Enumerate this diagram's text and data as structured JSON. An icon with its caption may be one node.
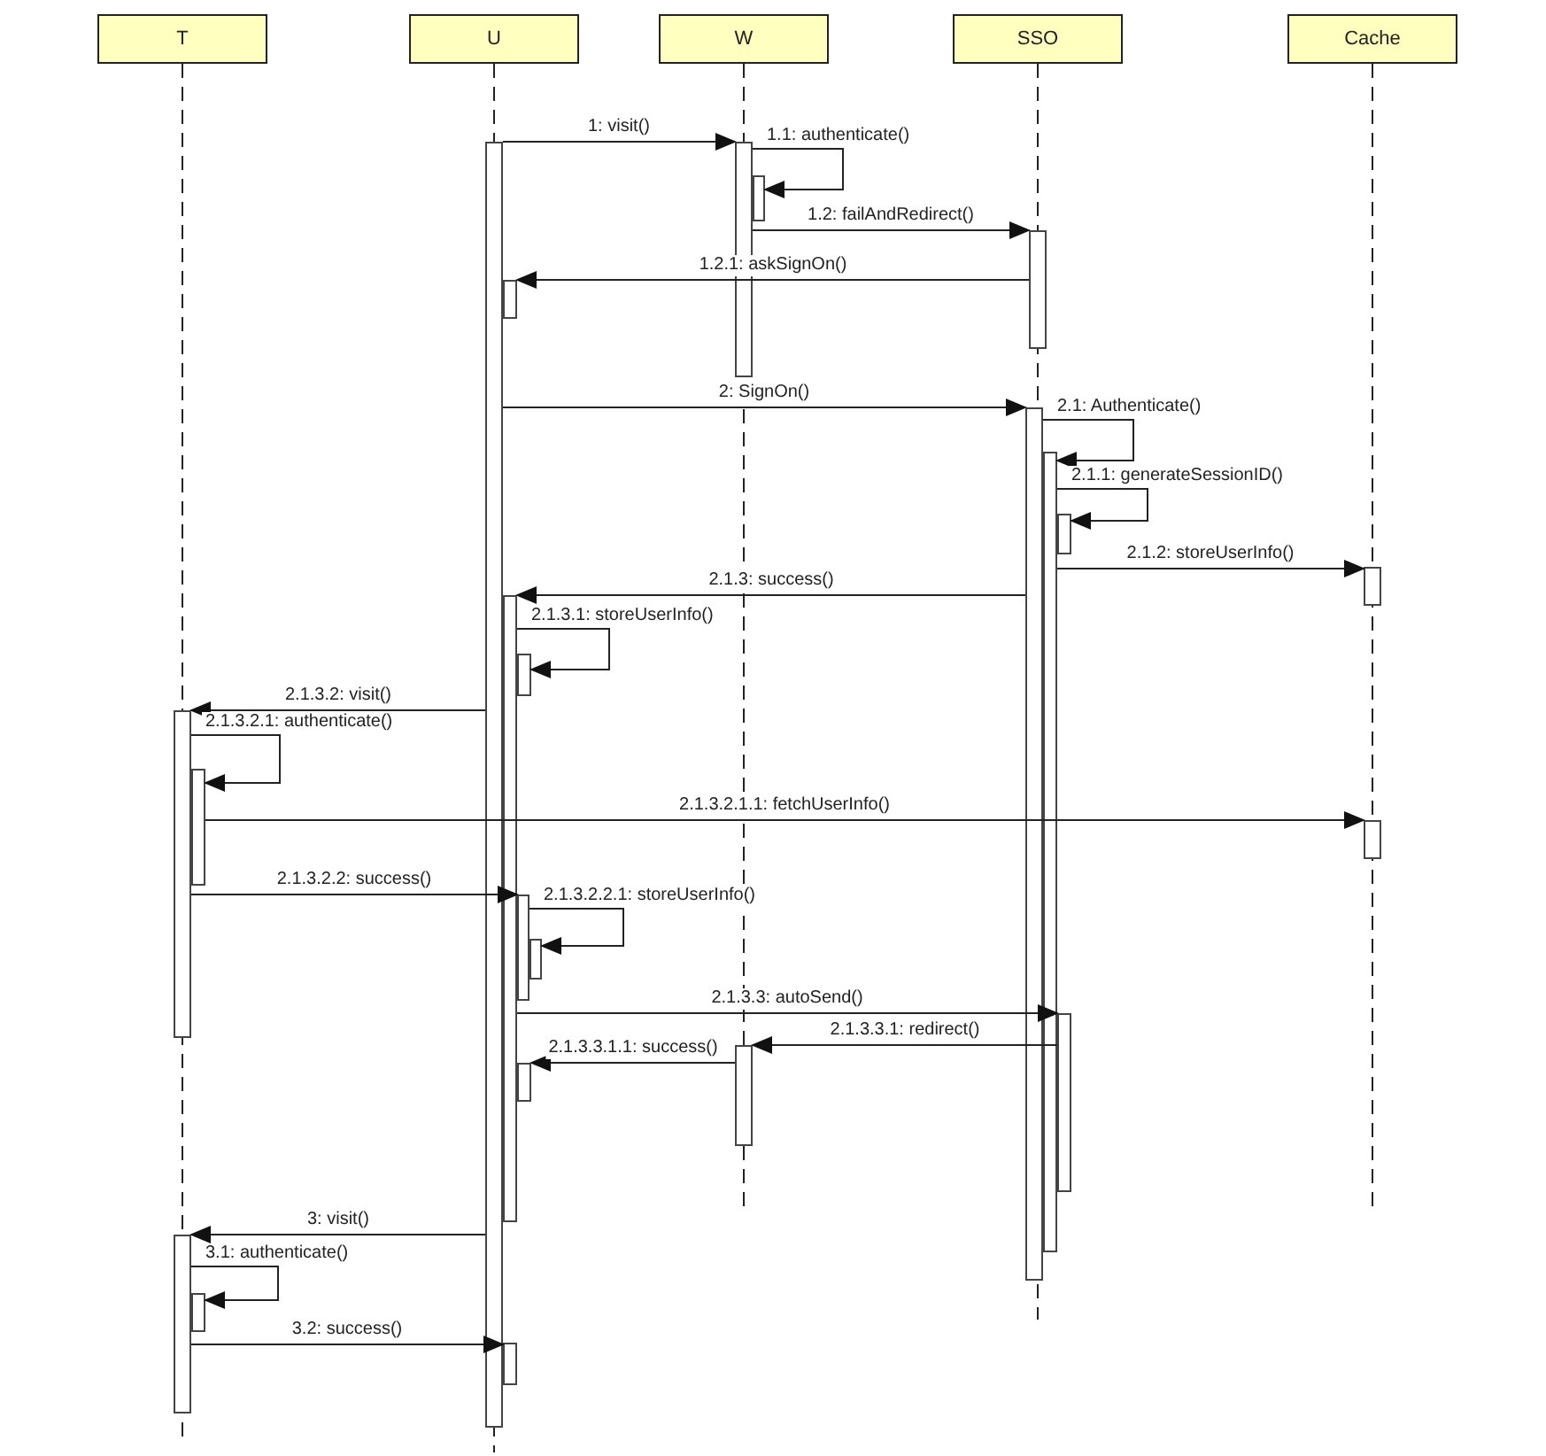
{
  "diagram": {
    "nodes": [
      {
        "text": [
          "T"
        ]
      },
      {
        "text": [
          "U"
        ]
      },
      {
        "text": [
          "W"
        ]
      },
      {
        "text": [
          "SSO"
        ]
      },
      {
        "text": [
          "Cache"
        ]
      },
      {
        "text": [],
        "shape": "bar"
      },
      {
        "text": [],
        "shape": "bar"
      },
      {
        "text": [],
        "shape": "bar"
      },
      {
        "text": [],
        "shape": "bar"
      },
      {
        "text": [],
        "shape": "bar"
      },
      {
        "text": [],
        "shape": "bar"
      },
      {
        "text": [],
        "shape": "bar"
      },
      {
        "text": [],
        "shape": "bar"
      },
      {
        "text": [],
        "shape": "bar"
      },
      {
        "text": [],
        "shape": "bar"
      },
      {
        "text": [],
        "shape": "bar"
      },
      {
        "text": [],
        "shape": "bar"
      },
      {
        "text": [],
        "shape": "bar"
      },
      {
        "text": [],
        "shape": "bar"
      },
      {
        "text": [],
        "shape": "bar"
      },
      {
        "text": [],
        "shape": "bar"
      },
      {
        "text": [],
        "shape": "bar"
      },
      {
        "text": [],
        "shape": "bar"
      },
      {
        "text": [],
        "shape": "bar"
      },
      {
        "text": [],
        "shape": "bar"
      },
      {
        "text": [],
        "shape": "bar"
      },
      {
        "text": [],
        "shape": "bar"
      }
    ],
    "edges": [
      {
        "from": 5,
        "to": 6,
        "arrow": "to",
        "label": "1: visit()"
      },
      {
        "from": 6,
        "to": 7,
        "arrow": "to",
        "label": "1.1: authenticate()"
      },
      {
        "from": 6,
        "to": 8,
        "arrow": "to",
        "label": "1.2: failAndRedirect()"
      },
      {
        "from": 8,
        "to": 9,
        "arrow": "to",
        "label": "1.2.1: askSignOn()"
      },
      {
        "from": 5,
        "to": 10,
        "arrow": "to",
        "label": "2: SignOn()"
      },
      {
        "from": 10,
        "to": 11,
        "arrow": "to",
        "label": "2.1: Authenticate()"
      },
      {
        "from": 11,
        "to": 12,
        "arrow": "to",
        "label": "2.1.1: generateSessionID()"
      },
      {
        "from": 11,
        "to": 13,
        "arrow": "to",
        "label": "2.1.2: storeUserInfo()"
      },
      {
        "from": 10,
        "to": 14,
        "arrow": "to",
        "label": "2.1.3: success()"
      },
      {
        "from": 14,
        "to": 15,
        "arrow": "to",
        "label": "2.1.3.1: storeUserInfo()"
      },
      {
        "from": 5,
        "to": 16,
        "arrow": "to",
        "label": "2.1.3.2: visit()"
      },
      {
        "from": 16,
        "to": 17,
        "arrow": "to",
        "label": "2.1.3.2.1: authenticate()"
      },
      {
        "from": 17,
        "to": 18,
        "arrow": "to",
        "label": "2.1.3.2.1.1: fetchUserInfo()"
      },
      {
        "from": 16,
        "to": 19,
        "arrow": "to",
        "label": "2.1.3.2.2: success()"
      },
      {
        "from": 19,
        "to": 20,
        "arrow": "to",
        "label": "2.1.3.2.2.1: storeUserInfo()"
      },
      {
        "from": 14,
        "to": 21,
        "arrow": "to",
        "label": "2.1.3.3: autoSend()"
      },
      {
        "from": 21,
        "to": 22,
        "arrow": "to",
        "label": "2.1.3.3.1: redirect()"
      },
      {
        "from": 22,
        "to": 23,
        "arrow": "to",
        "label": "2.1.3.3.1.1: success()"
      },
      {
        "from": 5,
        "to": 24,
        "arrow": "to",
        "label": "3: visit()"
      },
      {
        "from": 24,
        "to": 25,
        "arrow": "to",
        "label": "3.1: authenticate()"
      },
      {
        "from": 24,
        "to": 26,
        "arrow": "to",
        "label": "3.2: success()"
      }
    ]
  }
}
